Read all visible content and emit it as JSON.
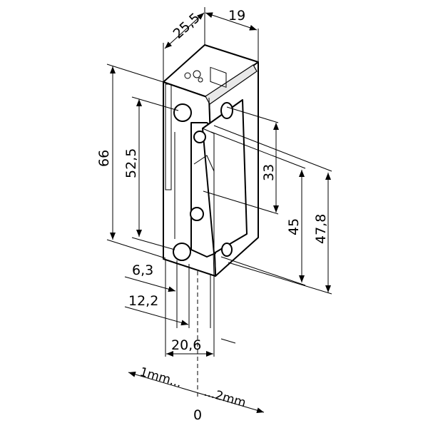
{
  "dimensions": {
    "depth": "25,5",
    "width": "19",
    "height_total": "66",
    "screw_spacing": "52,5",
    "dim_33": "33",
    "dim_45": "45",
    "dim_47_8": "47,8",
    "dim_6_3": "6,3",
    "dim_12_2": "12,2",
    "dim_20_6": "20,6"
  },
  "adjustment": {
    "left": "1mm...",
    "right": "...2mm",
    "zero": "0"
  }
}
